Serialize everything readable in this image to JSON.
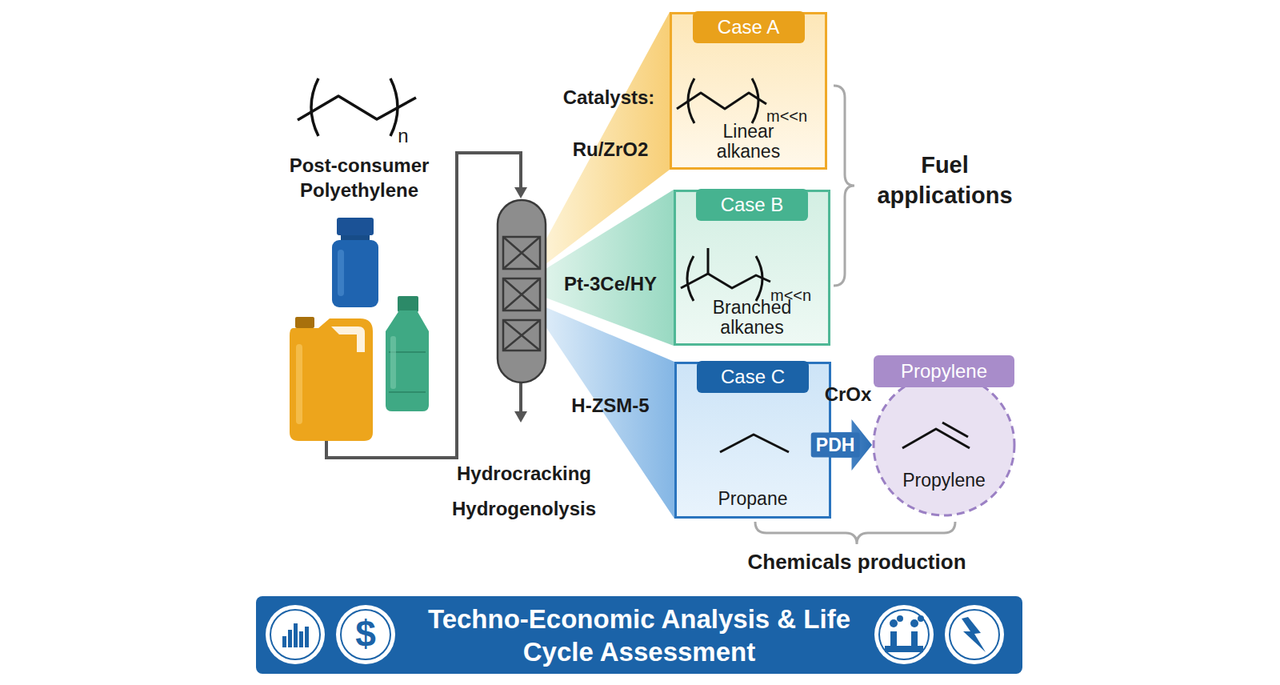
{
  "diagram": {
    "nodes": [
      {
        "text": [
          "Case A",
          "m<<n",
          "Linear alkanes"
        ]
      },
      {
        "text": [
          "Case B",
          "m<<n",
          "Branched alkanes"
        ]
      },
      {
        "text": [
          "Case C",
          "Propane"
        ]
      },
      {
        "text": [
          "Propylene",
          "Propylene"
        ]
      },
      {
        "text": [
          "Techno-Economic Analysis & Life Cycle Assessment"
        ]
      }
    ],
    "edges": [
      {
        "from": 2,
        "to": 3,
        "arrow": "to",
        "label": "PDH"
      }
    ],
    "labels": [
      "n",
      "Post-consumer Polyethylene",
      "Catalysts:",
      "Ru/ZrO2",
      "Pt-3Ce/HY",
      "H-ZSM-5",
      "Hydrocracking",
      "Hydrogenolysis",
      "Fuel applications",
      "CrOx",
      "Chemicals production",
      "$"
    ]
  }
}
